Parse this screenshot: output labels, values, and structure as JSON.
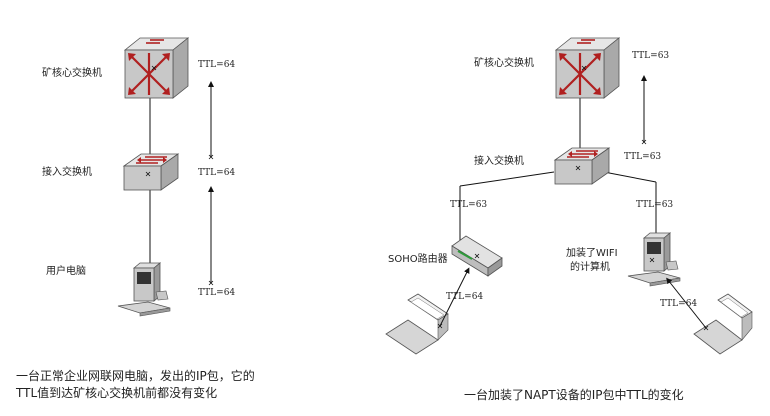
{
  "left": {
    "core_switch_label": "矿核心交换机",
    "access_switch_label": "接入交换机",
    "user_pc_label": "用户电脑",
    "ttl_core": "TTL=64",
    "ttl_access": "TTL=64",
    "ttl_pc": "TTL=64",
    "caption_line1": "一台正常企业网联网电脑，发出的IP包，它的",
    "caption_line2": "TTL值到达矿核心交换机前都没有变化"
  },
  "right": {
    "core_switch_label": "矿核心交换机",
    "access_switch_label": "接入交换机",
    "router_label": "SOHO路由器",
    "wifi_pc_label_line1": "加装了WIFI",
    "wifi_pc_label_line2": "的计算机",
    "ttl_core": "TTL=63",
    "ttl_access": "TTL=63",
    "ttl_router_uplink": "TTL=63",
    "ttl_wifi_uplink": "TTL=63",
    "ttl_laptop_left": "TTL=64",
    "ttl_laptop_right": "TTL=64",
    "caption": "一台加装了NAPT设备的IP包中TTL的变化"
  },
  "colors": {
    "switch_arrow": "#b02020",
    "device_gray": "#c8c8c8",
    "line": "#111111",
    "router_led": "#2e9a3a"
  }
}
